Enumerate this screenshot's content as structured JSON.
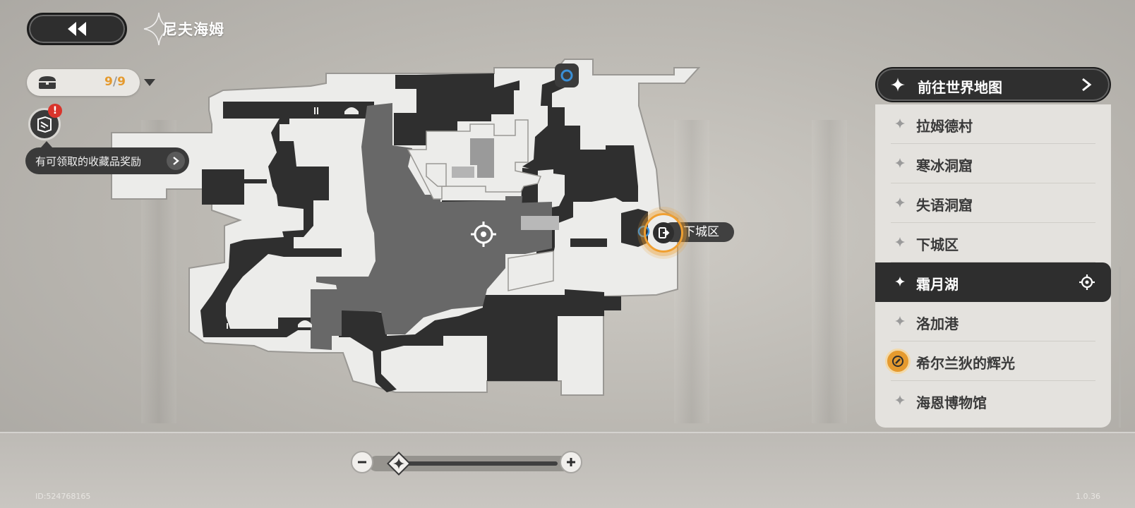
{
  "header": {
    "back_icon": "double-chevron-left-icon",
    "area_title": "尼夫海姆"
  },
  "chest": {
    "icon": "chest-icon",
    "collected": "9",
    "separator": "/",
    "total": "9"
  },
  "collection": {
    "icon": "collection-book-icon",
    "badge": "!",
    "tooltip": "有可领取的收藏品奖励"
  },
  "map": {
    "subarea_label": "下城区",
    "exit_icon": "exit-door-icon",
    "player_icon": "crosshair-icon",
    "waypoint_icon": "waypoint-ring-icon"
  },
  "panel": {
    "world_map_label": "前往世界地图",
    "items": [
      {
        "name": "拉姆德村",
        "active": false
      },
      {
        "name": "寒冰洞窟",
        "active": false
      },
      {
        "name": "失语洞窟",
        "active": false
      },
      {
        "name": "下城区",
        "active": false
      },
      {
        "name": "霜月湖",
        "active": true
      },
      {
        "name": "洛加港",
        "active": false
      },
      {
        "name": "希尔兰狄的辉光",
        "active": false,
        "quest": true
      },
      {
        "name": "海恩博物馆",
        "active": false
      }
    ]
  },
  "footer": {
    "uid": "ID:524768165",
    "version": "1.0.36"
  },
  "colors": {
    "accent_orange": "#e59a2e",
    "dark_panel": "#2e2e2e",
    "waypoint_blue": "#3a8fd6"
  }
}
